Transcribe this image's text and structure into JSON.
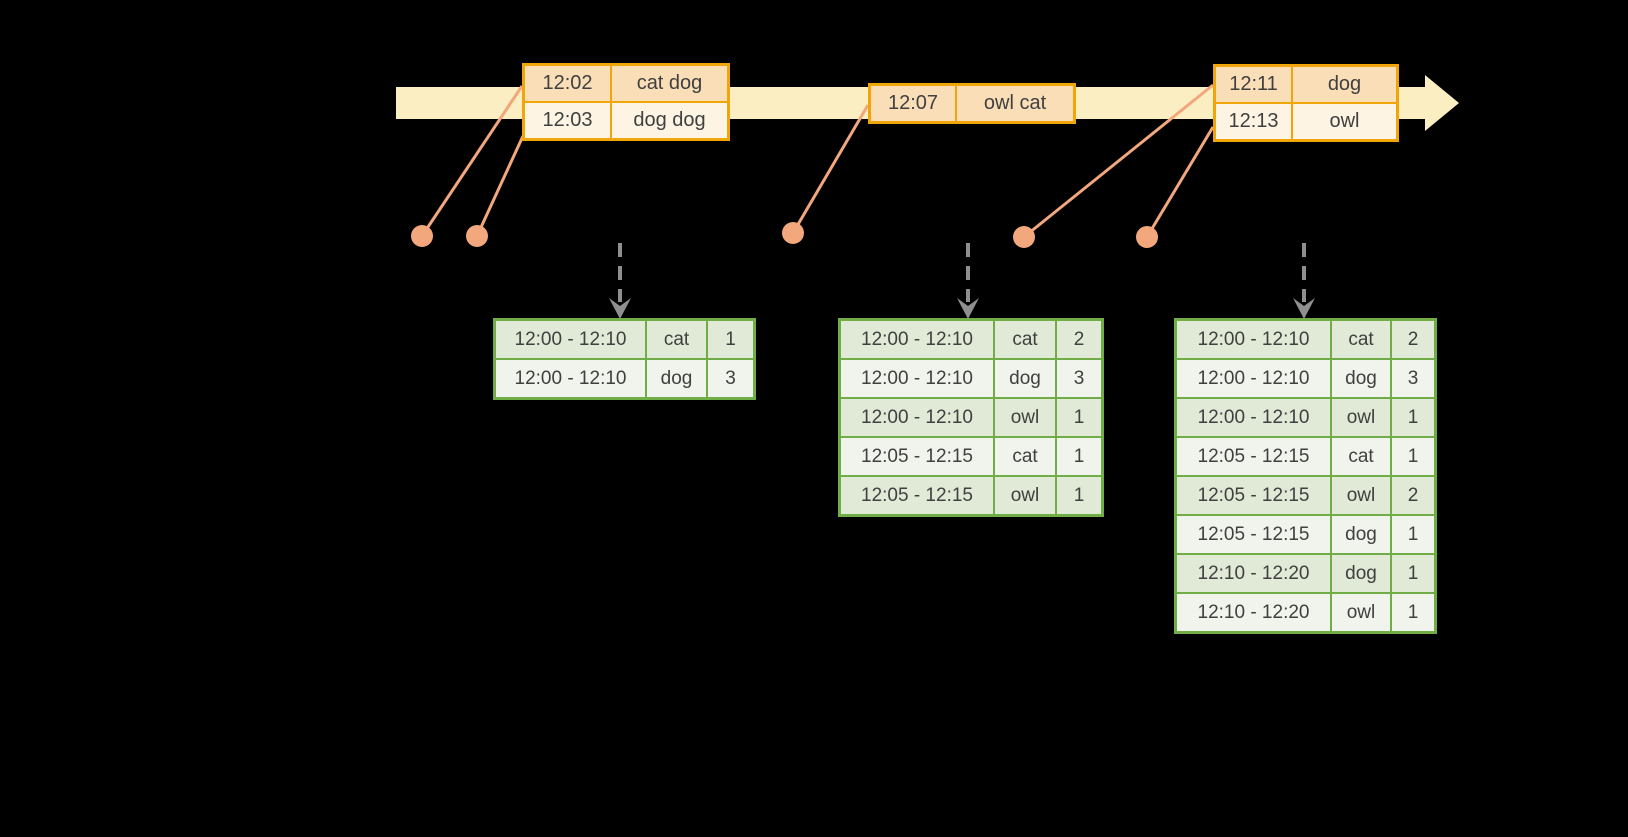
{
  "colors": {
    "background": "#000000",
    "timeline_fill": "#FCEEC3",
    "event_border": "#F0A608",
    "event_row_fill": "#FADEB7",
    "event_row_alt_fill": "#FDF4E3",
    "connector": "#F2A77C",
    "arrow_gray": "#8F8F8F",
    "table_border": "#70AD47",
    "table_row_fill": "#E0EAD6",
    "table_row_alt_fill": "#F1F4EC",
    "text": "#404040"
  },
  "event_groups": [
    {
      "rows": [
        {
          "time": "12:02",
          "words": "cat dog"
        },
        {
          "time": "12:03",
          "words": "dog dog"
        }
      ]
    },
    {
      "rows": [
        {
          "time": "12:07",
          "words": "owl cat"
        }
      ]
    },
    {
      "rows": [
        {
          "time": "12:11",
          "words": "dog"
        },
        {
          "time": "12:13",
          "words": "owl"
        }
      ]
    }
  ],
  "result_tables": [
    {
      "rows": [
        {
          "window": "12:00 - 12:10",
          "word": "cat",
          "count": "1"
        },
        {
          "window": "12:00 - 12:10",
          "word": "dog",
          "count": "3"
        }
      ]
    },
    {
      "rows": [
        {
          "window": "12:00 - 12:10",
          "word": "cat",
          "count": "2"
        },
        {
          "window": "12:00 - 12:10",
          "word": "dog",
          "count": "3"
        },
        {
          "window": "12:00 - 12:10",
          "word": "owl",
          "count": "1"
        },
        {
          "window": "12:05 - 12:15",
          "word": "cat",
          "count": "1"
        },
        {
          "window": "12:05 - 12:15",
          "word": "owl",
          "count": "1"
        }
      ]
    },
    {
      "rows": [
        {
          "window": "12:00 - 12:10",
          "word": "cat",
          "count": "2"
        },
        {
          "window": "12:00 - 12:10",
          "word": "dog",
          "count": "3"
        },
        {
          "window": "12:00 - 12:10",
          "word": "owl",
          "count": "1"
        },
        {
          "window": "12:05 - 12:15",
          "word": "cat",
          "count": "1"
        },
        {
          "window": "12:05 - 12:15",
          "word": "owl",
          "count": "2"
        },
        {
          "window": "12:05 - 12:15",
          "word": "dog",
          "count": "1"
        },
        {
          "window": "12:10 - 12:20",
          "word": "dog",
          "count": "1"
        },
        {
          "window": "12:10 - 12:20",
          "word": "owl",
          "count": "1"
        }
      ]
    }
  ]
}
